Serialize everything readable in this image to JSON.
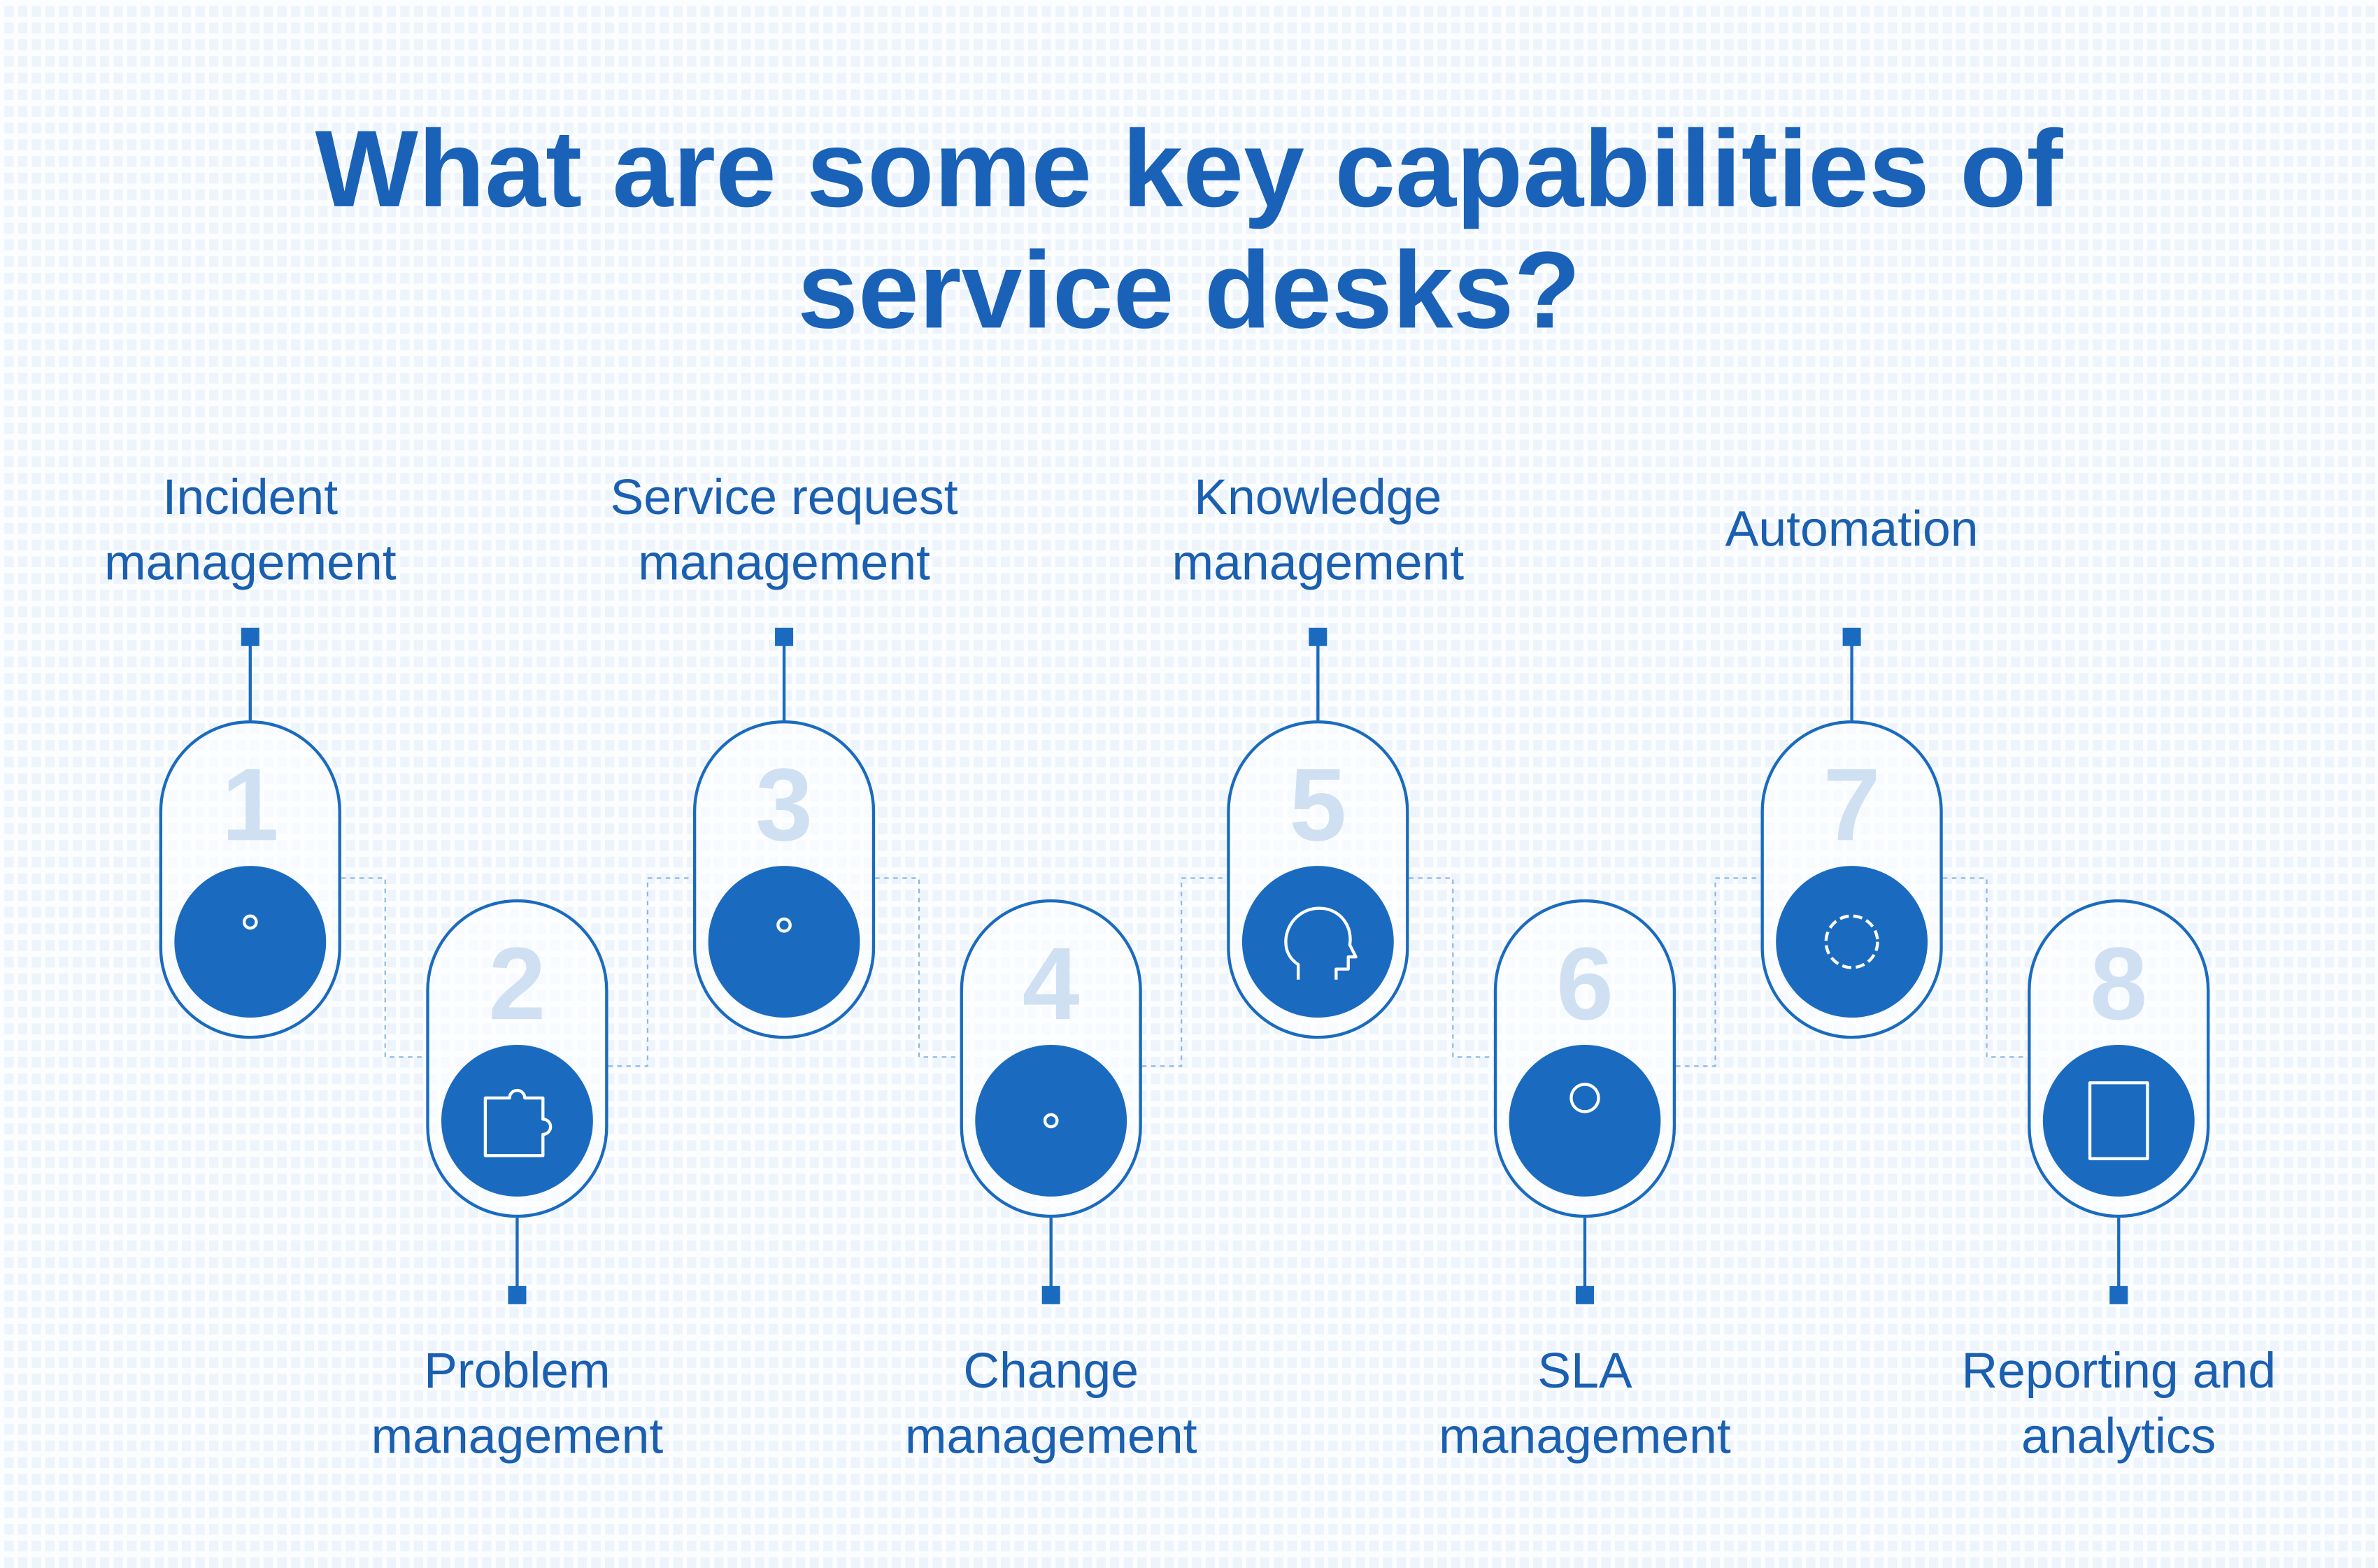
{
  "title": {
    "line1": "What are some key capabilities of",
    "line2": "service desks?"
  },
  "colors": {
    "primary": "#1a6bbf",
    "number": "#cfe0f3",
    "text": "#1a5fb0"
  },
  "steps": [
    {
      "number": "1",
      "line1": "Incident",
      "line2": "management",
      "icon": "gear-handshake-icon"
    },
    {
      "number": "2",
      "line1": "Problem",
      "line2": "management",
      "icon": "puzzle-gear-icon"
    },
    {
      "number": "3",
      "line1": "Service request",
      "line2": "management",
      "icon": "hands-gear-icon"
    },
    {
      "number": "4",
      "line1": "Change",
      "line2": "management",
      "icon": "people-gear-cycle-icon"
    },
    {
      "number": "5",
      "line1": "Knowledge",
      "line2": "management",
      "icon": "head-lightbulb-icon"
    },
    {
      "number": "6",
      "line1": "SLA",
      "line2": "management",
      "icon": "handshake-stopwatch-icon"
    },
    {
      "number": "7",
      "line1": "Automation",
      "line2": "",
      "icon": "gear-check-cycle-icon"
    },
    {
      "number": "8",
      "line1": "Reporting and",
      "line2": "analytics",
      "icon": "report-chart-icon"
    }
  ]
}
